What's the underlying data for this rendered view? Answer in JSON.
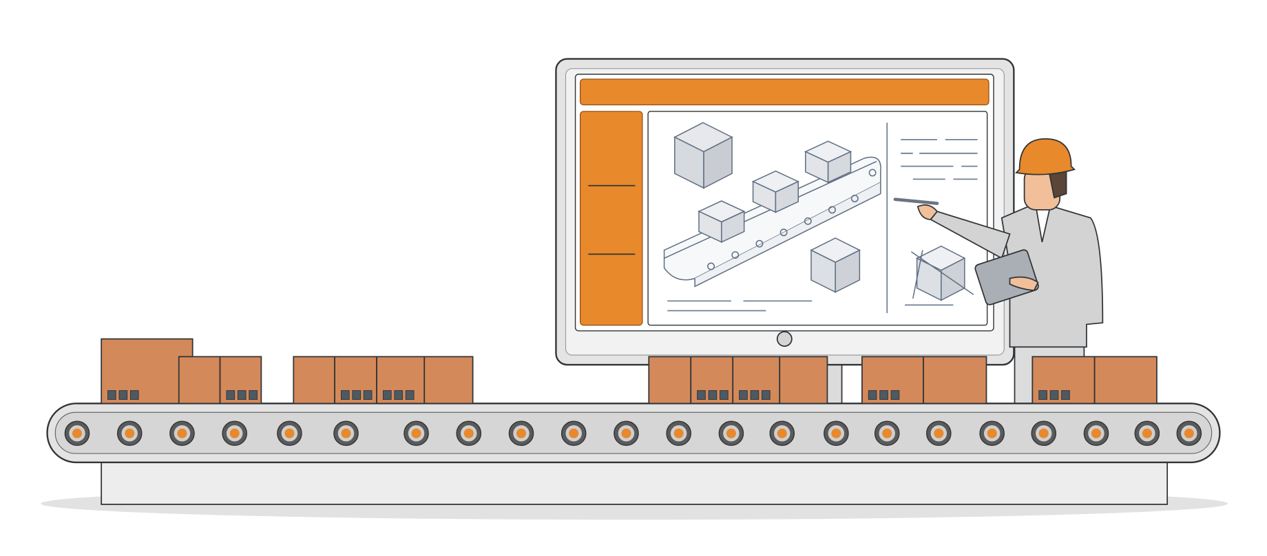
{
  "scene": {
    "elements": [
      "conveyor-belt",
      "cardboard-boxes",
      "display-monitor",
      "engineer-with-hard-hat",
      "tablet",
      "stylus-pen"
    ],
    "icons": [
      "box-icon",
      "cube-icon",
      "roller-icon",
      "hard-hat-icon"
    ]
  },
  "colors": {
    "accent_orange": "#e8892b",
    "box_brown": "#d4895a",
    "box_label_squares": "#4d5a63",
    "belt_gray": "#dcdcdc",
    "roller_dark": "#5a5a5a",
    "monitor_frame": "#e4e4e4",
    "outline": "#2f3438",
    "sketch_lines": "#6f8197",
    "suit_gray": "#d3d3d3",
    "skin": "#f1bf9a",
    "background": "#ffffff"
  }
}
